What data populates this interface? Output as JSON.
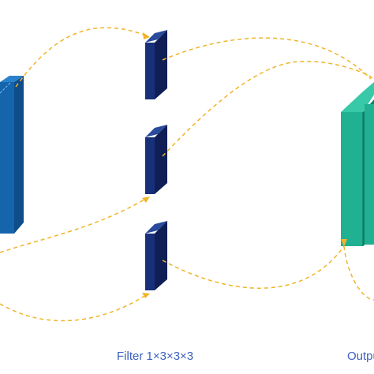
{
  "labels": {
    "filter": "Filter 1×3×3×3",
    "output": "Outpu"
  },
  "colors": {
    "input_front": "#1565ad",
    "input_side": "#0e4d8a",
    "input_top": "#2a82cc",
    "filter_front": "#18307a",
    "filter_side": "#0f1f55",
    "filter_top": "#2a4a9c",
    "output_front": "#1fb191",
    "output_side": "#12836a",
    "output_top": "#37c9a8",
    "arrow": "#f0b428",
    "label": "#3a5fbf"
  },
  "icons": {
    "arrowhead": "triangle"
  }
}
